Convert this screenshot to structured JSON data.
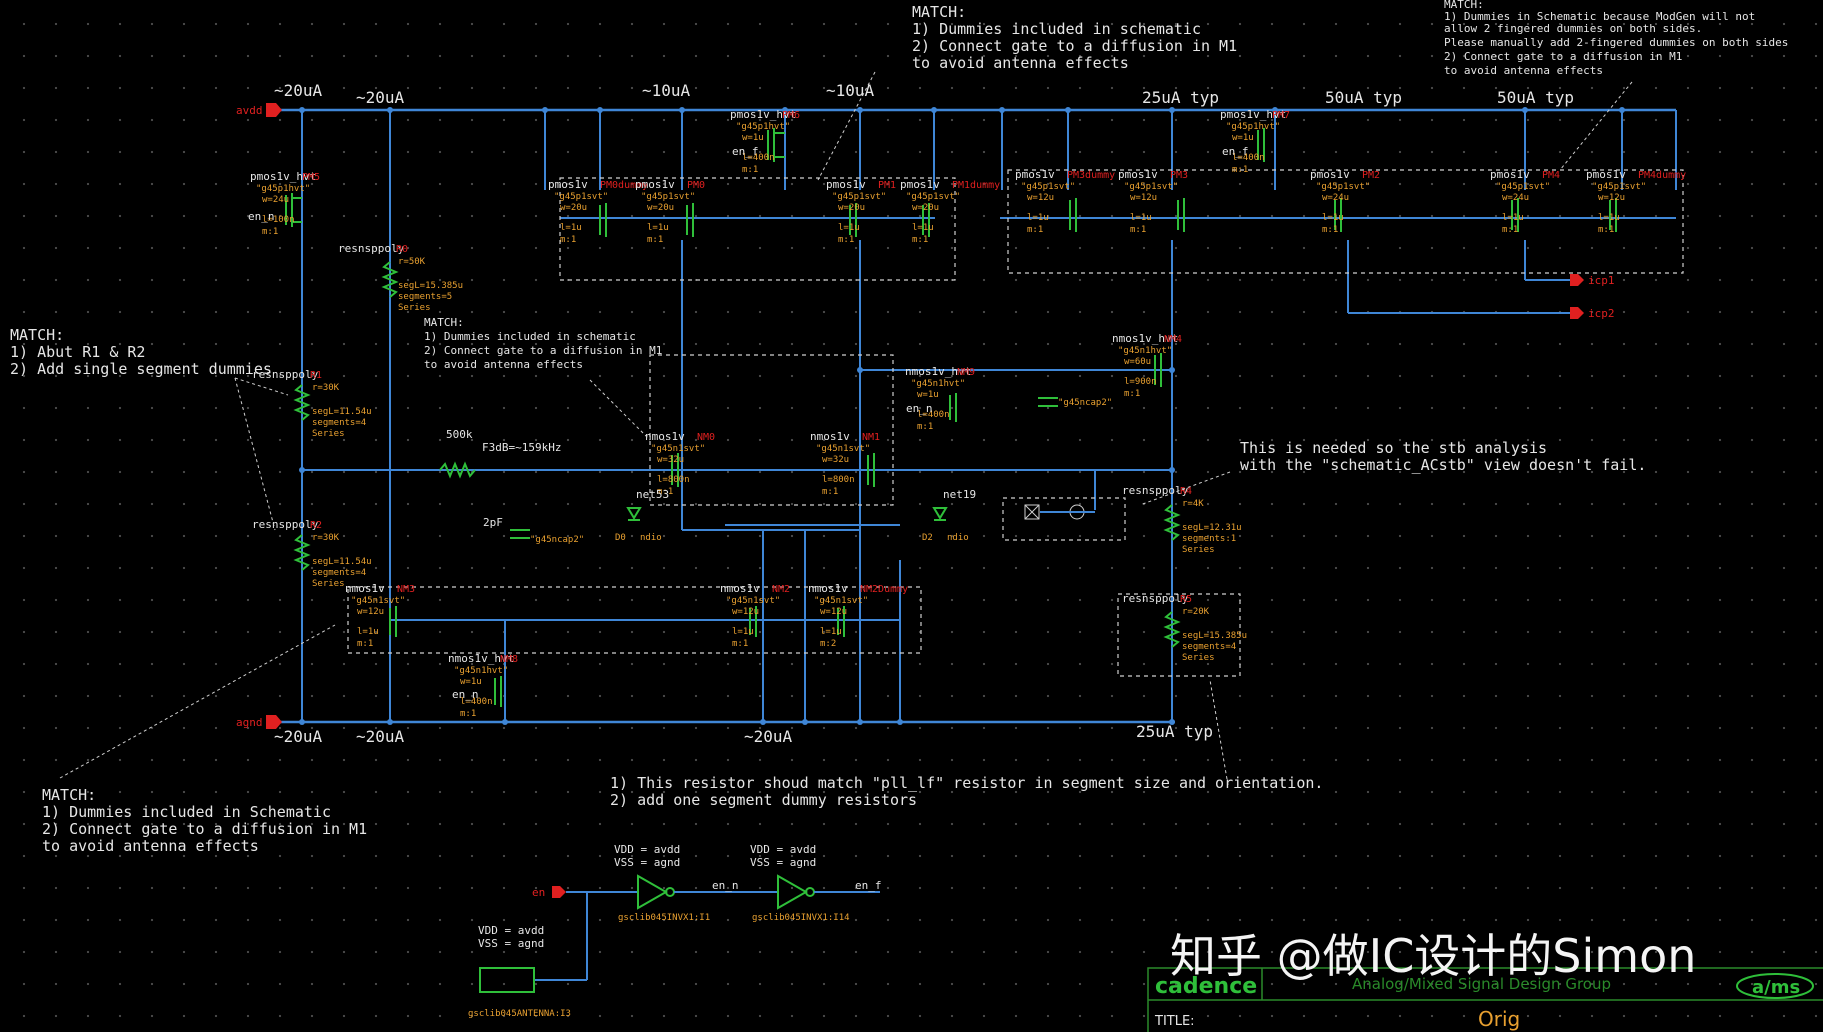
{
  "pins": {
    "avdd": "avdd",
    "agnd": "agnd",
    "en": "en",
    "icp1": "icp1",
    "icp2": "icp2"
  },
  "currents": {
    "top1": "~20uA",
    "top2": "~20uA",
    "top3": "~10uA",
    "top4": "~10uA",
    "top5": "25uA typ",
    "top6": "50uA typ",
    "top7": "50uA typ",
    "bot1": "~20uA",
    "bot2": "~20uA",
    "bot3": "~20uA",
    "bot4": "25uA typ"
  },
  "notes": {
    "match_top": [
      "MATCH:",
      "1) Dummies included in schematic",
      "2) Connect gate to a diffusion in M1",
      "   to avoid antenna effects"
    ],
    "match_right": [
      "MATCH:",
      "1) Dummies in Schematic because ModGen will not",
      "allow 2 fingered dummies on both sides.",
      "Please manually add 2-fingered dummies on both sides",
      "2) Connect gate to a diffusion in M1",
      "   to avoid antenna effects"
    ],
    "match_left": [
      "MATCH:",
      "1) Abut R1 & R2",
      "2) Add single segment dummies"
    ],
    "match_mid": [
      "MATCH:",
      "1) Dummies included in schematic",
      "2) Connect gate to a diffusion in M1",
      "   to avoid antenna effects"
    ],
    "stb": [
      "This is needed so the stb analysis",
      "with the \"schematic_ACstb\" view doesn't fail."
    ],
    "match_bottom": [
      "MATCH:",
      "1) Dummies included in Schematic",
      "2) Connect gate to a diffusion in M1",
      "   to avoid antenna effects"
    ],
    "resistor": [
      "1) This resistor shoud match \"pll_lf\" resistor in segment size and orientation.",
      "2) add one segment dummy resistors"
    ],
    "filter_r": "500k",
    "filter_f": "F3dB=~159kHz",
    "filter_c": "2pF",
    "vdd1": [
      "VDD = avdd",
      "VSS = agnd"
    ],
    "vdd2": [
      "VDD = avdd",
      "VSS = agnd"
    ],
    "vdd3": [
      "VDD = avdd",
      "VSS = agnd"
    ]
  },
  "devices": [
    {
      "id": "PM5",
      "type": "pmos1v_hvt",
      "model": "\"g45p1hvt\"",
      "p1": "w=24u",
      "p2": "l=100n",
      "p3": "m:1"
    },
    {
      "id": "PM6",
      "type": "pmos1v_hvt",
      "model": "\"g45p1hvt\"",
      "p1": "w=1u",
      "p2": "l=400n",
      "p3": "m:1"
    },
    {
      "id": "PM0dummy",
      "type": "pmos1v",
      "model": "\"g45p1svt\"",
      "p1": "w=20u",
      "p2": "l=1u",
      "p3": "m:1"
    },
    {
      "id": "PM0",
      "type": "pmos1v",
      "model": "\"g45p1svt\"",
      "p1": "w=20u",
      "p2": "l=1u",
      "p3": "m:1"
    },
    {
      "id": "PM1",
      "type": "pmos1v",
      "model": "\"g45p1svt\"",
      "p1": "w=20u",
      "p2": "l=1u",
      "p3": "m:1"
    },
    {
      "id": "PM1dummy",
      "type": "pmos1v",
      "model": "\"g45p1svt\"",
      "p1": "w=20u",
      "p2": "l=1u",
      "p3": "m:1"
    },
    {
      "id": "PM7",
      "type": "pmos1v_hvt",
      "model": "\"g45p1hvt\"",
      "p1": "w=1u",
      "p2": "l=400n",
      "p3": "m:1"
    },
    {
      "id": "PM3dummy",
      "type": "pmos1v",
      "model": "\"g45p1svt\"",
      "p1": "w=12u",
      "p2": "l=1u",
      "p3": "m:1"
    },
    {
      "id": "PM3",
      "type": "pmos1v",
      "model": "\"g45p1svt\"",
      "p1": "w=12u",
      "p2": "l=1u",
      "p3": "m:1"
    },
    {
      "id": "PM2",
      "type": "pmos1v",
      "model": "\"g45p1svt\"",
      "p1": "w=24u",
      "p2": "l=1u",
      "p3": "m:1"
    },
    {
      "id": "PM4",
      "type": "pmos1v",
      "model": "\"g45p1svt\"",
      "p1": "w=24u",
      "p2": "l=1u",
      "p3": "m:1"
    },
    {
      "id": "PM4dummy",
      "type": "pmos1v",
      "model": "\"g45p1svt\"",
      "p1": "w=12u",
      "p2": "l=1u",
      "p3": "m:1"
    },
    {
      "id": "NM4",
      "type": "nmos1v_hvt",
      "model": "\"g45n1hvt\"",
      "p1": "w=60u",
      "p2": "l=900n",
      "p3": "m:1"
    },
    {
      "id": "NM9",
      "type": "nmos1v_hvt",
      "model": "\"g45n1hvt\"",
      "p1": "w=1u",
      "p2": "l=400n",
      "p3": "m:1"
    },
    {
      "id": "NM0",
      "type": "nmos1v",
      "model": "\"g45n1svt\"",
      "p1": "w=32u",
      "p2": "l=800n",
      "p3": "m:1"
    },
    {
      "id": "NM1",
      "type": "nmos1v",
      "model": "\"g45n1svt\"",
      "p1": "w=32u",
      "p2": "l=800n",
      "p3": "m:1"
    },
    {
      "id": "NM3",
      "type": "nmos1v",
      "model": "\"g45n1svt\"",
      "p1": "w=12u",
      "p2": "l=1u",
      "p3": "m:1"
    },
    {
      "id": "NM2",
      "type": "nmos1v",
      "model": "\"g45n1svt\"",
      "p1": "w=12u",
      "p2": "l=1u",
      "p3": "m:1"
    },
    {
      "id": "NM2Dummy",
      "type": "nmos1v",
      "model": "\"g45n1svt\"",
      "p1": "w=12u",
      "p2": "l=1u",
      "p3": "m:2"
    },
    {
      "id": "NM8",
      "type": "nmos1v_hvt",
      "model": "\"g45n1hvt\"",
      "p1": "w=1u",
      "p2": "l=400n",
      "p3": "m:1"
    }
  ],
  "resistors": [
    {
      "id": "R0",
      "type": "resnsppoly",
      "p1": "r=50K",
      "p2": "segL=15.385u",
      "p3": "segments=5",
      "p4": "Series"
    },
    {
      "id": "R1",
      "type": "resnsppoly",
      "p1": "r=30K",
      "p2": "segL=11.54u",
      "p3": "segments=4",
      "p4": "Series"
    },
    {
      "id": "R2",
      "type": "resnsppoly",
      "p1": "r=30K",
      "p2": "segL=11.54u",
      "p3": "segments=4",
      "p4": "Series"
    },
    {
      "id": "R4",
      "type": "resnsppoly",
      "p1": "r=4K",
      "p2": "segL=12.31u",
      "p3": "segments:1",
      "p4": "Series"
    },
    {
      "id": "R5",
      "type": "resnsppoly",
      "p1": "r=20K",
      "p2": "segL=15.385u",
      "p3": "segments=4",
      "p4": "Series"
    }
  ],
  "misc": {
    "net53": "net53",
    "net19": "net19",
    "d0": "D0",
    "d2": "D2",
    "ndio": "ndio",
    "en_n": "en_n",
    "en_f": "en_f",
    "gate1": "gsclib045INVX1:I1",
    "gate2": "gsclib045INVX1:I14",
    "antenna": "gsclib045ANTENNA:I3",
    "cap_m3": "\"g45ncap2\"",
    "cap_m0": "\"g45ncap2\""
  },
  "titleblock": {
    "brand": "cadence",
    "group": "Analog/Mixed Signal Design Group",
    "title_label": "TITLE:",
    "title_value": "Orig",
    "logo": "a/ms"
  },
  "watermark": "知乎 @做IC设计的Simon",
  "colors": {
    "wire": "#3f86d6",
    "device": "#2fbf3a",
    "instance": "#e02020",
    "param": "#e8a030",
    "text": "#e6e6e6"
  }
}
